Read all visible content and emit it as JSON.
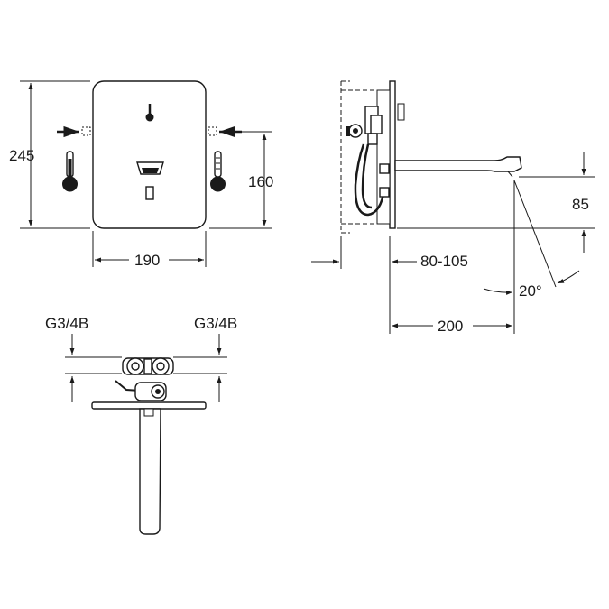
{
  "front_view": {
    "height_label": "245",
    "inlet_spacing_label": "160",
    "width_label": "190"
  },
  "side_view": {
    "spout_height_label": "85",
    "wall_depth_label": "80-105",
    "spout_length_label": "200",
    "spray_angle_label": "20°"
  },
  "top_view": {
    "left_connection_label": "G3/4B",
    "right_connection_label": "G3/4B"
  }
}
